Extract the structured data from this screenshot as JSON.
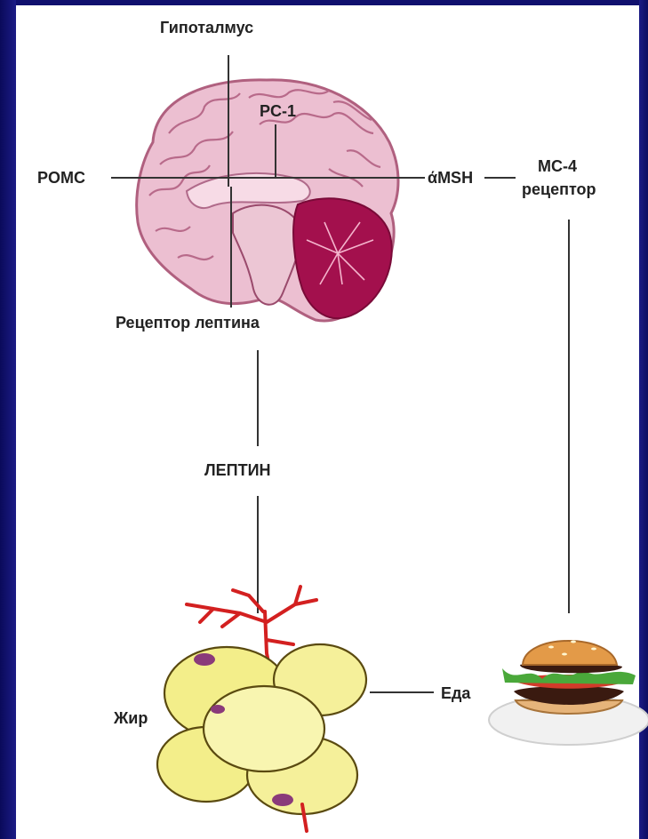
{
  "labels": {
    "hypothalamus": "Гипоталмус",
    "pc1": "PC-1",
    "pomc": "POMC",
    "amsh": "άMSH",
    "mc4_line1": "MC-4",
    "mc4_line2": "рецептор",
    "leptin_receptor": "Рецептор лептина",
    "leptin": "ЛЕПТИН",
    "fat": "Жир",
    "food": "Еда"
  },
  "icons": {
    "brain": "brain-illustration",
    "fat_cells": "fat-cells-illustration",
    "food": "hamburger-illustration"
  },
  "colors": {
    "background_frame": "#10106e",
    "brain_pink": "#e8b4c8",
    "cerebellum": "#a0104a",
    "fat_yellow": "#f3ee8a",
    "vessel_red": "#d32020"
  }
}
